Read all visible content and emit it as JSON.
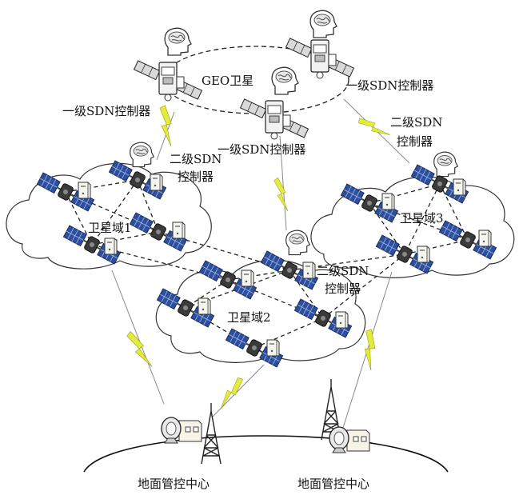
{
  "labels": {
    "geo": "GEO卫星",
    "l1_left": "一级SDN控制器",
    "l1_right": "一级SDN控制器",
    "l1_mid": "一级SDN控制器",
    "l2_left_a": "二级SDN",
    "l2_left_b": "控制器",
    "l2_right_a": "二级SDN",
    "l2_right_b": "控制器",
    "l2_mid_a": "二级SDN",
    "l2_mid_b": "控制器",
    "domain1": "卫星域1",
    "domain2": "卫星域2",
    "domain3": "卫星域3",
    "ground_left": "地面管控中心",
    "ground_right": "地面管控中心"
  },
  "icons": {
    "brain": "brain-in-head-icon",
    "satellite": "satellite-icon",
    "server": "server-icon",
    "link": "lightning-link-icon",
    "antenna": "ground-antenna-icon",
    "tower": "transmission-tower-icon"
  },
  "colors": {
    "cloud_stroke": "#333333",
    "dashed_link": "#222222",
    "lightning": "#e3ec3c",
    "solar_panel": "#2d4f9e",
    "panel_grid": "#9fb7e6"
  }
}
